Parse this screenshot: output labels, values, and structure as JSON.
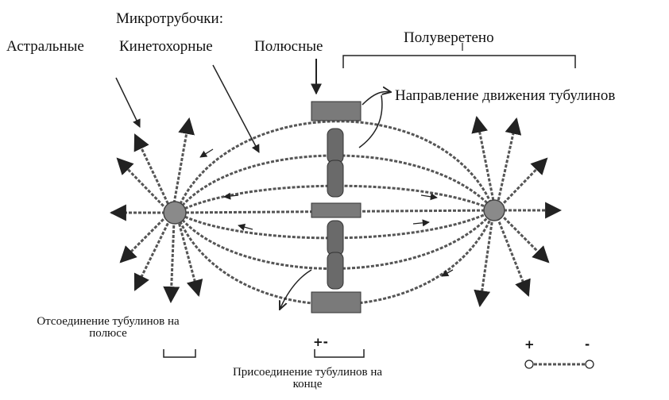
{
  "labels": {
    "microtubules_heading": "Микротрубочки:",
    "astral": "Астральные",
    "kinetochore": "Кинетохорные",
    "polar": "Полюсные",
    "half_spindle": "Полуверетено",
    "tubulin_direction": "Направление движения тубулинов",
    "detachment_line1": "Отсоединение тубулинов на",
    "detachment_line2": "полюсе",
    "attachment_line1": "Присоединение тубулинов на",
    "attachment_line2": "конце"
  },
  "signs": {
    "plus_minus": "+-",
    "plus": "+",
    "minus": "-"
  },
  "colors": {
    "ink": "#111111",
    "microtubule": "#555555",
    "chromosome": "#6a6a6a",
    "kinetochore_bar": "#7a7a7a",
    "pole": "#8a8a8a"
  }
}
